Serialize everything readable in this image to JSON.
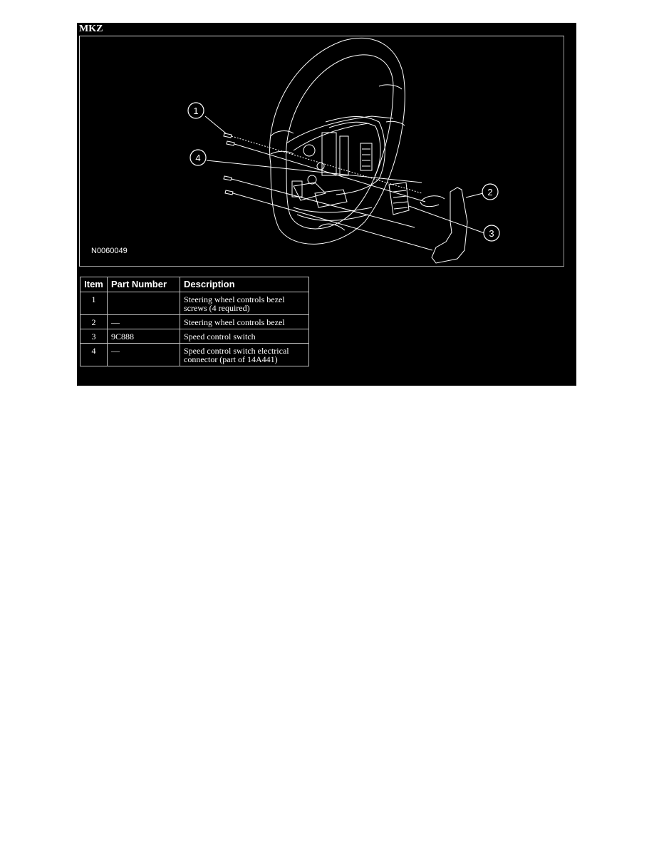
{
  "panel": {
    "title": "MKZ"
  },
  "diagram": {
    "figure_id": "N0060049",
    "callouts": [
      {
        "number": "1"
      },
      {
        "number": "2"
      },
      {
        "number": "3"
      },
      {
        "number": "4"
      }
    ]
  },
  "table": {
    "headers": {
      "item": "Item",
      "part_number": "Part Number",
      "description": "Description"
    },
    "rows": [
      {
        "item": "1",
        "part_number": "",
        "description": "Steering wheel controls bezel screws (4 required)"
      },
      {
        "item": "2",
        "part_number": "—",
        "description": "Steering wheel controls bezel"
      },
      {
        "item": "3",
        "part_number": "9C888",
        "description": "Speed control switch"
      },
      {
        "item": "4",
        "part_number": "—",
        "description": "Speed control switch electrical connector (part of 14A441)"
      }
    ]
  },
  "colors": {
    "panel_background": "#000000",
    "line_art": "#ffffff",
    "page_background": "#ffffff"
  }
}
